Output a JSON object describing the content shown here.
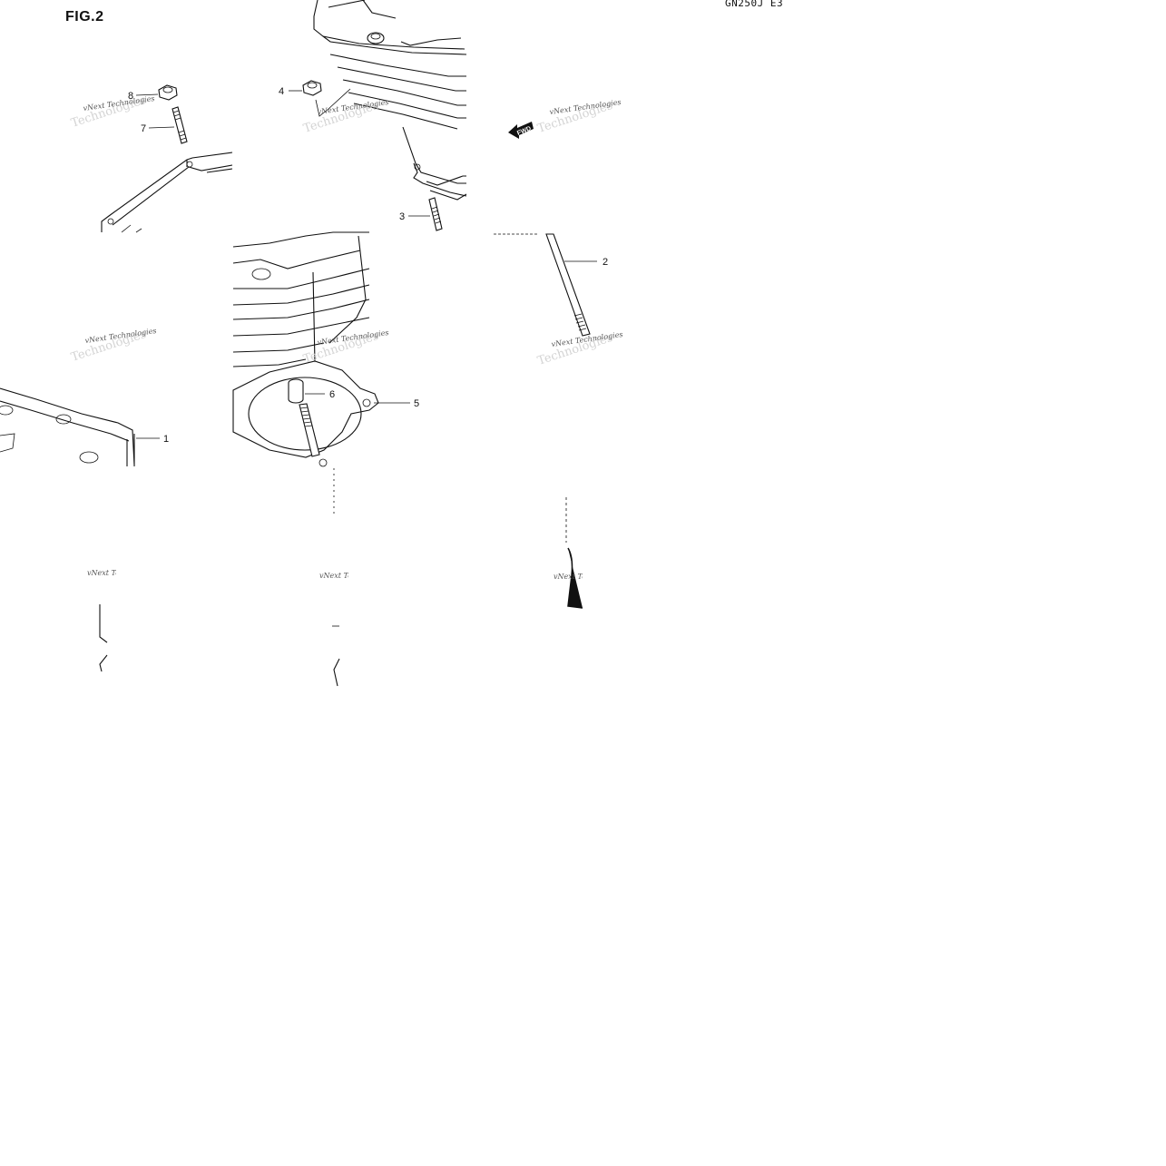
{
  "figure": {
    "label": "FIG.2",
    "model_code": "GN250J E3"
  },
  "callouts": [
    {
      "id": "1",
      "text": "1"
    },
    {
      "id": "2",
      "text": "2"
    },
    {
      "id": "3",
      "text": "3"
    },
    {
      "id": "4",
      "text": "4"
    },
    {
      "id": "5",
      "text": "5"
    },
    {
      "id": "6",
      "text": "6"
    },
    {
      "id": "7",
      "text": "7"
    },
    {
      "id": "8",
      "text": "8"
    }
  ],
  "fwd_marker": {
    "text": "FWD"
  },
  "watermark": {
    "line1": "vNext Technologies",
    "line2": "Technologies"
  },
  "parts_hint": {
    "icons": [
      "nut-icon",
      "stud-bolt-icon",
      "cylinder-icon",
      "gasket-icon",
      "dowel-pin-icon",
      "long-stud-icon",
      "fwd-arrow-icon"
    ]
  }
}
